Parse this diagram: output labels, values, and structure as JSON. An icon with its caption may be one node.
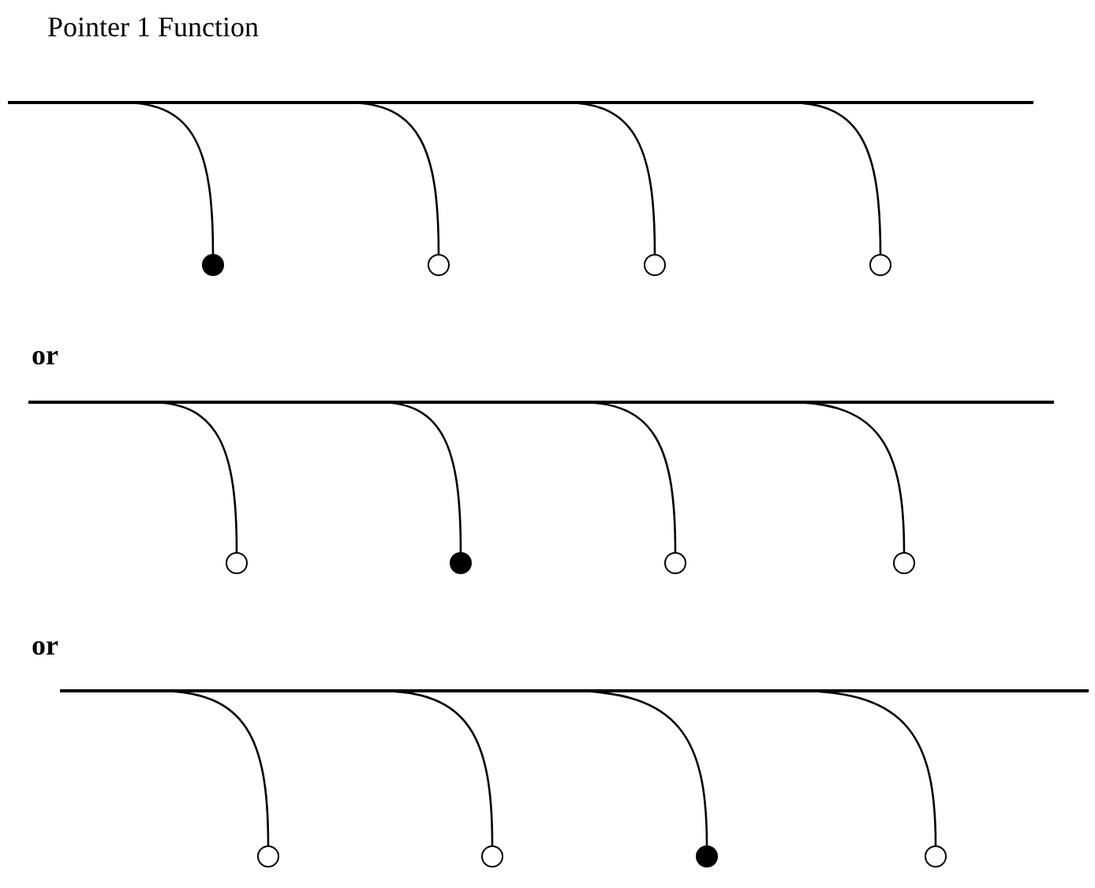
{
  "diagram": {
    "title": "Pointer 1 Function",
    "nodes": [
      {
        "text": [],
        "shape": "bar"
      },
      {
        "text": [],
        "shape": "dot"
      },
      {
        "text": [],
        "shape": "circle"
      },
      {
        "text": [],
        "shape": "circle"
      },
      {
        "text": [],
        "shape": "circle"
      },
      {
        "text": [],
        "shape": "bar"
      },
      {
        "text": [],
        "shape": "circle"
      },
      {
        "text": [],
        "shape": "dot"
      },
      {
        "text": [],
        "shape": "circle"
      },
      {
        "text": [],
        "shape": "circle"
      },
      {
        "text": [],
        "shape": "bar"
      },
      {
        "text": [],
        "shape": "circle"
      },
      {
        "text": [],
        "shape": "circle"
      },
      {
        "text": [],
        "shape": "dot"
      },
      {
        "text": [],
        "shape": "circle"
      }
    ],
    "edges": [
      {
        "from": 0,
        "to": 1,
        "arrow": "none"
      },
      {
        "from": 0,
        "to": 2,
        "arrow": "none"
      },
      {
        "from": 0,
        "to": 3,
        "arrow": "none"
      },
      {
        "from": 0,
        "to": 4,
        "arrow": "none"
      },
      {
        "from": 5,
        "to": 6,
        "arrow": "none"
      },
      {
        "from": 5,
        "to": 7,
        "arrow": "none"
      },
      {
        "from": 5,
        "to": 8,
        "arrow": "none"
      },
      {
        "from": 5,
        "to": 9,
        "arrow": "none"
      },
      {
        "from": 10,
        "to": 11,
        "arrow": "none"
      },
      {
        "from": 10,
        "to": 12,
        "arrow": "none"
      },
      {
        "from": 10,
        "to": 13,
        "arrow": "none"
      },
      {
        "from": 10,
        "to": 14,
        "arrow": "none"
      }
    ],
    "labels": [
      "or",
      "or"
    ]
  }
}
